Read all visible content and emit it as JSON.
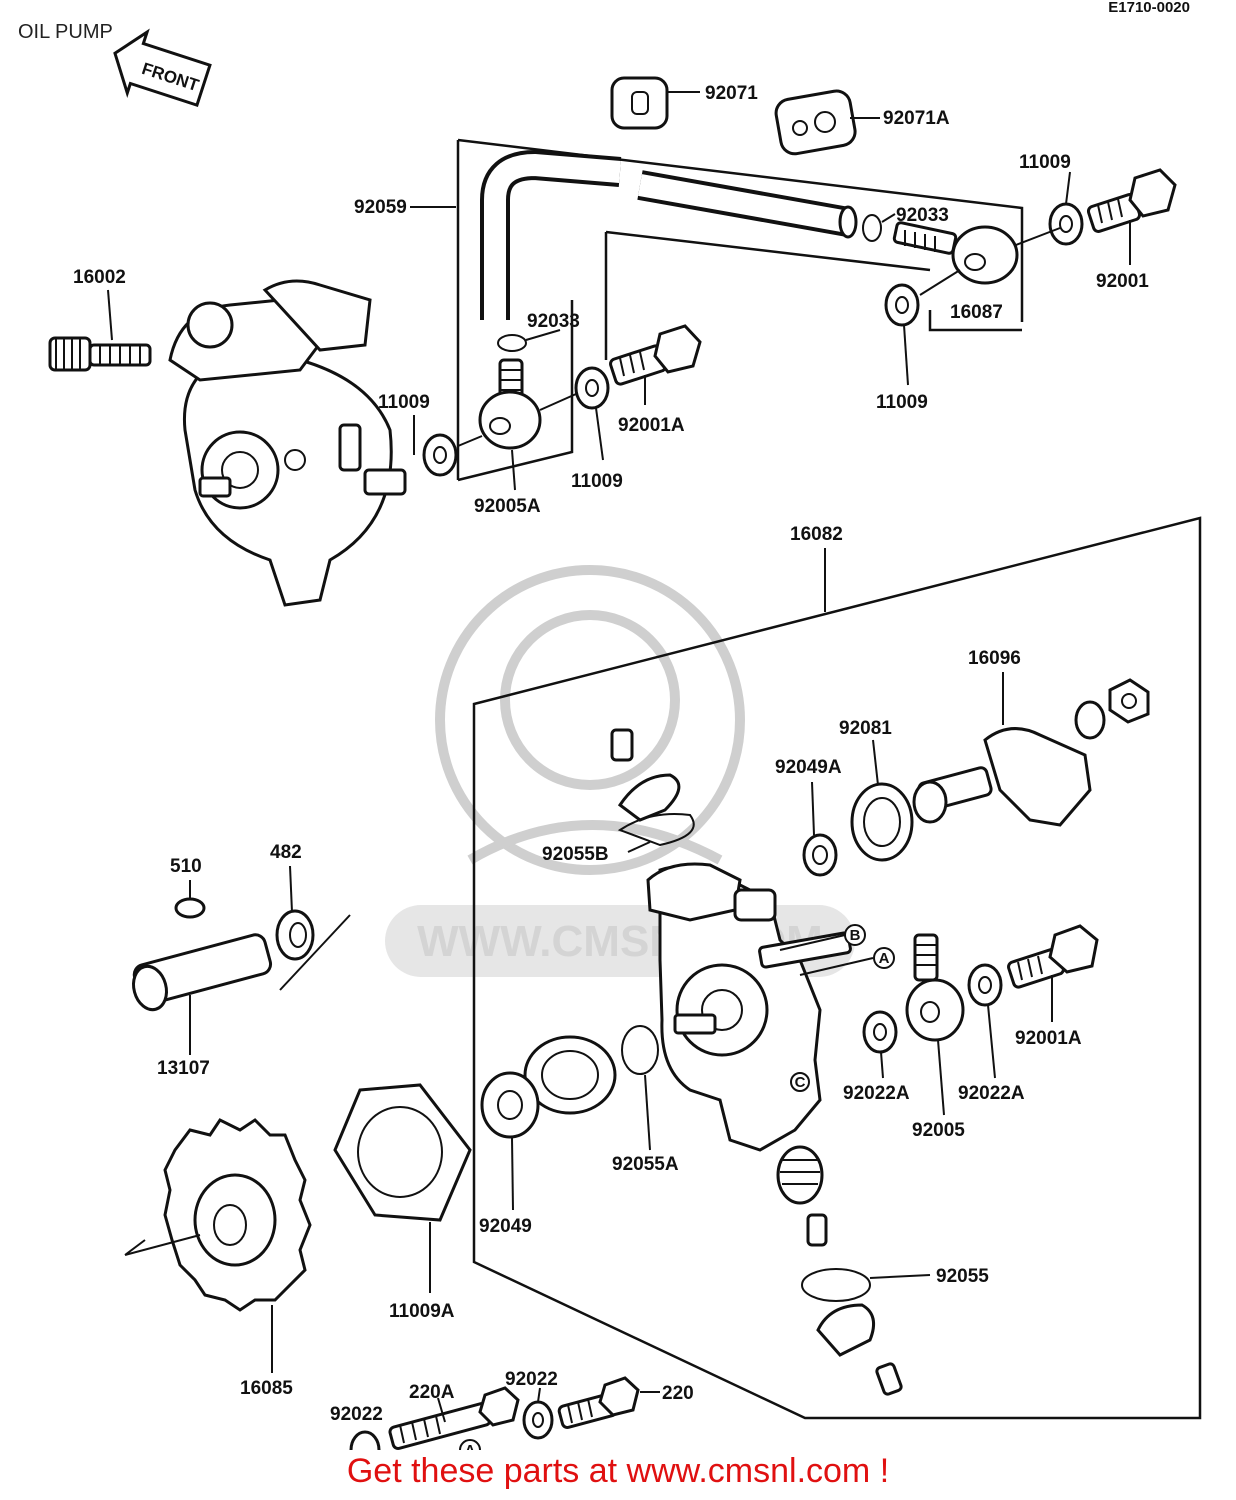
{
  "title": "OIL PUMP",
  "diagram_code": "E1710-0020",
  "front_label": "FRONT",
  "watermark": "WWW.CMSNL.COM",
  "footer": "Get these parts at www.cmsnl.com !",
  "labels": {
    "p92071": "92071",
    "p92071A": "92071A",
    "p92059": "92059",
    "p11009_tr": "11009",
    "p92033_r": "92033",
    "p92001": "92001",
    "p16087": "16087",
    "p11009_r": "11009",
    "p16002": "16002",
    "p92033_c": "92033",
    "p11009_l": "11009",
    "p92001A_top": "92001A",
    "p11009_c": "11009",
    "p92005A": "92005A",
    "p16082": "16082",
    "p16096": "16096",
    "p92081": "92081",
    "p92049A": "92049A",
    "p92055B": "92055B",
    "p510": "510",
    "p482": "482",
    "p13107": "13107",
    "p92001A_bot": "92001A",
    "p92022A_l": "92022A",
    "p92022A_r": "92022A",
    "p92005": "92005",
    "p92055A": "92055A",
    "p92049": "92049",
    "p11009A": "11009A",
    "p92055": "92055",
    "p16085": "16085",
    "p220A": "220A",
    "p92022_b": "92022",
    "p220": "220",
    "p92022_bl": "92022"
  },
  "markers": {
    "A": "A",
    "B": "B",
    "C": "C"
  }
}
